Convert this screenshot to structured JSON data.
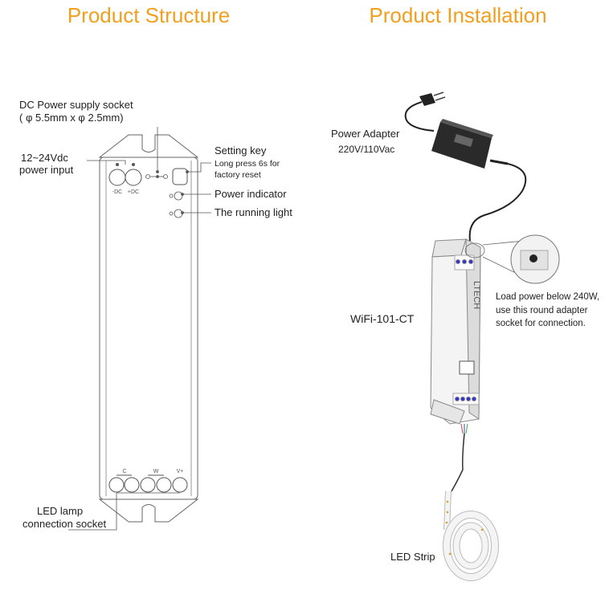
{
  "left": {
    "heading": "Product Structure",
    "dc_socket_line1": "DC Power supply socket",
    "dc_socket_line2": "( φ 5.5mm x φ 2.5mm)",
    "input_line1": "12~24Vdc",
    "input_line2": "power input",
    "setting_key": "Setting key",
    "setting_note1": "Long press 6s for",
    "setting_note2": "factory reset",
    "power_indicator": "Power indicator",
    "running_light": "The running light",
    "lamp_socket_line1": "LED lamp",
    "lamp_socket_line2": "connection socket",
    "terminal_minus": "-DC",
    "terminal_plus": "+DC",
    "out_c": "C",
    "out_w": "W",
    "out_vplus": "V+"
  },
  "right": {
    "heading": "Product Installation",
    "adapter_line1": "Power Adapter",
    "adapter_line2": "220V/110Vac",
    "model": "WiFi-101-CT",
    "note_line1": "Load power below 240W,",
    "note_line2": "use this round adapter",
    "note_line3": "socket for connection.",
    "strip": "LED Strip",
    "brand": "LTECH"
  },
  "colors": {
    "heading": "#f0a01e",
    "line": "#444444",
    "device_body": "#f4f4f4"
  }
}
